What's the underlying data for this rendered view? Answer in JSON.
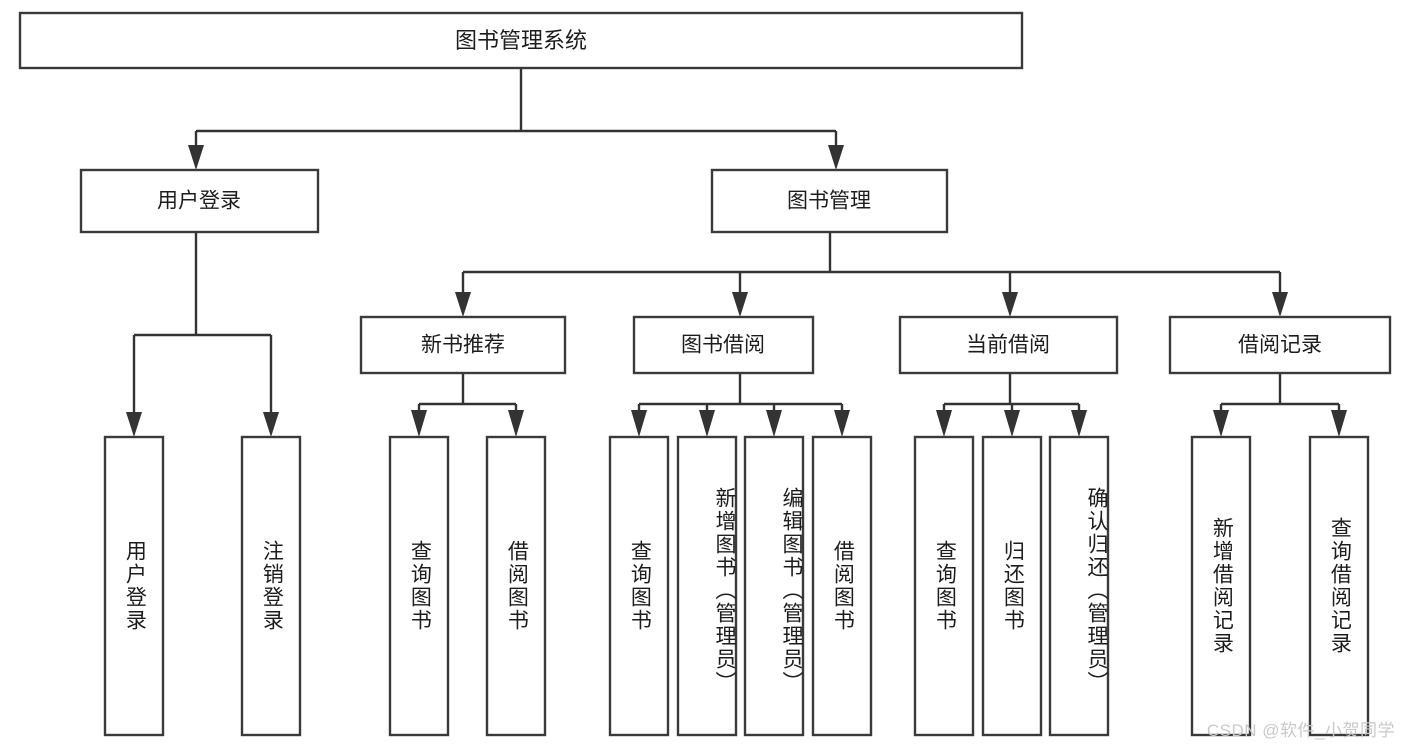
{
  "diagram": {
    "title": "图书管理系统",
    "type": "tree-hierarchy",
    "watermark": "CSDN @软件_小贺同学",
    "colors": {
      "box_stroke": "#3a3a3a",
      "connector": "#333333",
      "background": "#ffffff",
      "text": "#1d1d1d",
      "watermark": "#c9c9c9"
    },
    "root": {
      "label": "图书管理系统"
    },
    "level2": [
      {
        "id": "user-login",
        "label": "用户登录"
      },
      {
        "id": "book-manage",
        "label": "图书管理"
      }
    ],
    "level3": [
      {
        "id": "new-book-recommend",
        "label": "新书推荐",
        "parent": "book-manage"
      },
      {
        "id": "book-borrow",
        "label": "图书借阅",
        "parent": "book-manage"
      },
      {
        "id": "current-borrow",
        "label": "当前借阅",
        "parent": "book-manage"
      },
      {
        "id": "borrow-record",
        "label": "借阅记录",
        "parent": "book-manage"
      }
    ],
    "leaves": {
      "user-login": [
        {
          "id": "leaf-user-login",
          "label": "用户登录"
        },
        {
          "id": "leaf-logout",
          "label": "注销登录"
        }
      ],
      "new-book-recommend": [
        {
          "id": "leaf-query-book-1",
          "label": "查询图书"
        },
        {
          "id": "leaf-borrow-book-1",
          "label": "借阅图书"
        }
      ],
      "book-borrow": [
        {
          "id": "leaf-query-book-2",
          "label": "查询图书"
        },
        {
          "id": "leaf-add-book",
          "label": "新增图书（管理员）"
        },
        {
          "id": "leaf-edit-book",
          "label": "编辑图书（管理员）"
        },
        {
          "id": "leaf-borrow-book-2",
          "label": "借阅图书"
        }
      ],
      "current-borrow": [
        {
          "id": "leaf-query-book-3",
          "label": "查询图书"
        },
        {
          "id": "leaf-return-book",
          "label": "归还图书"
        },
        {
          "id": "leaf-confirm-return",
          "label": "确认归还（管理员）"
        }
      ],
      "borrow-record": [
        {
          "id": "leaf-add-record",
          "label": "新增借阅记录"
        },
        {
          "id": "leaf-query-record",
          "label": "查询借阅记录"
        }
      ]
    }
  }
}
